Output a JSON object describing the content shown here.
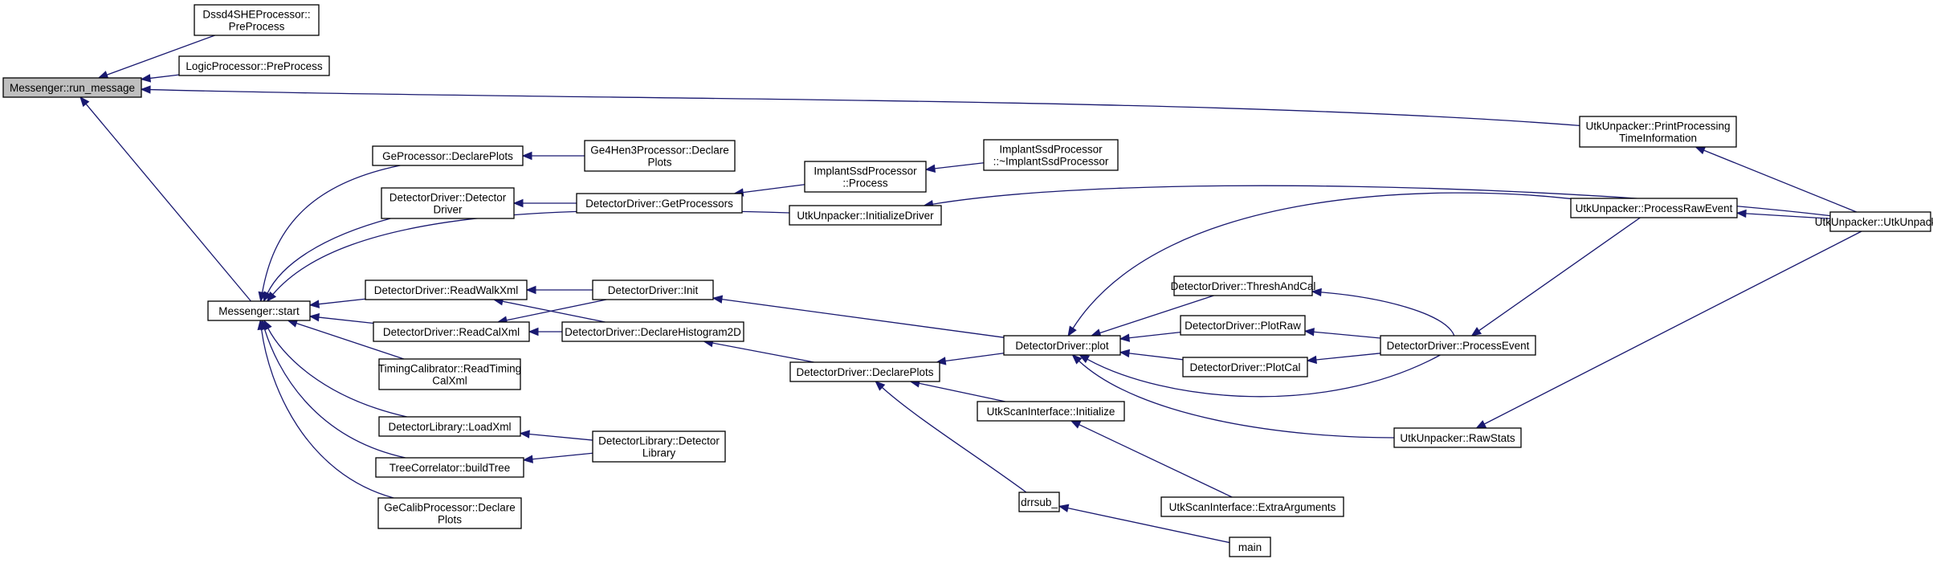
{
  "nodes": {
    "run_message": {
      "lines": [
        "Messenger::run_message"
      ],
      "highlight": true
    },
    "dssd4she": {
      "lines": [
        "Dssd4SHEProcessor::",
        "PreProcess"
      ]
    },
    "logic": {
      "lines": [
        "LogicProcessor::PreProcess"
      ]
    },
    "printproc": {
      "lines": [
        "UtkUnpacker::PrintProcessing",
        "TimeInformation"
      ]
    },
    "utkunpacker": {
      "lines": [
        "UtkUnpacker::UtkUnpacker"
      ]
    },
    "start": {
      "lines": [
        "Messenger::start"
      ]
    },
    "ge_declare": {
      "lines": [
        "GeProcessor::DeclarePlots"
      ]
    },
    "ge4hen3": {
      "lines": [
        "Ge4Hen3Processor::Declare",
        "Plots"
      ]
    },
    "dd_detdriver": {
      "lines": [
        "DetectorDriver::Detector",
        "Driver"
      ]
    },
    "dd_getproc": {
      "lines": [
        "DetectorDriver::GetProcessors"
      ]
    },
    "implant_proc": {
      "lines": [
        "ImplantSsdProcessor",
        "::Process"
      ]
    },
    "implant_dtor": {
      "lines": [
        "ImplantSsdProcessor",
        "::~ImplantSsdProcessor"
      ]
    },
    "initdriver": {
      "lines": [
        "UtkUnpacker::InitializeDriver"
      ]
    },
    "rawevent": {
      "lines": [
        "UtkUnpacker::ProcessRawEvent"
      ]
    },
    "walkxml": {
      "lines": [
        "DetectorDriver::ReadWalkXml"
      ]
    },
    "ddinit": {
      "lines": [
        "DetectorDriver::Init"
      ]
    },
    "calxml": {
      "lines": [
        "DetectorDriver::ReadCalXml"
      ]
    },
    "hist2d": {
      "lines": [
        "DetectorDriver::DeclareHistogram2D"
      ]
    },
    "timingcal": {
      "lines": [
        "TimingCalibrator::ReadTiming",
        "CalXml"
      ]
    },
    "loadxml": {
      "lines": [
        "DetectorLibrary::LoadXml"
      ]
    },
    "buildtree": {
      "lines": [
        "TreeCorrelator::buildTree"
      ]
    },
    "detlib": {
      "lines": [
        "DetectorLibrary::Detector",
        "Library"
      ]
    },
    "gecalib": {
      "lines": [
        "GeCalibProcessor::Declare",
        "Plots"
      ]
    },
    "ddplots": {
      "lines": [
        "DetectorDriver::DeclarePlots"
      ]
    },
    "ddplot": {
      "lines": [
        "DetectorDriver::plot"
      ]
    },
    "thresh": {
      "lines": [
        "DetectorDriver::ThreshAndCal"
      ]
    },
    "plotraw": {
      "lines": [
        "DetectorDriver::PlotRaw"
      ]
    },
    "plotcal": {
      "lines": [
        "DetectorDriver::PlotCal"
      ]
    },
    "procevent": {
      "lines": [
        "DetectorDriver::ProcessEvent"
      ]
    },
    "scaninit": {
      "lines": [
        "UtkScanInterface::Initialize"
      ]
    },
    "rawstats": {
      "lines": [
        "UtkUnpacker::RawStats"
      ]
    },
    "drrsub": {
      "lines": [
        "drrsub_"
      ]
    },
    "extraargs": {
      "lines": [
        "UtkScanInterface::ExtraArguments"
      ]
    },
    "main": {
      "lines": [
        "main"
      ]
    }
  },
  "edges": [
    {
      "from": "dssd4she",
      "to": "run_message"
    },
    {
      "from": "logic",
      "to": "run_message"
    },
    {
      "from": "printproc",
      "to": "run_message"
    },
    {
      "from": "start",
      "to": "run_message"
    },
    {
      "from": "utkunpacker",
      "to": "printproc"
    },
    {
      "from": "ge_declare",
      "to": "start"
    },
    {
      "from": "dd_detdriver",
      "to": "start"
    },
    {
      "from": "initdriver",
      "to": "start"
    },
    {
      "from": "walkxml",
      "to": "start"
    },
    {
      "from": "calxml",
      "to": "start"
    },
    {
      "from": "timingcal",
      "to": "start"
    },
    {
      "from": "loadxml",
      "to": "start"
    },
    {
      "from": "buildtree",
      "to": "start"
    },
    {
      "from": "gecalib",
      "to": "start"
    },
    {
      "from": "ge4hen3",
      "to": "ge_declare"
    },
    {
      "from": "dd_getproc",
      "to": "dd_detdriver"
    },
    {
      "from": "implant_proc",
      "to": "dd_getproc"
    },
    {
      "from": "implant_dtor",
      "to": "implant_proc"
    },
    {
      "from": "utkunpacker",
      "to": "initdriver"
    },
    {
      "from": "ddinit",
      "to": "walkxml"
    },
    {
      "from": "hist2d",
      "to": "walkxml"
    },
    {
      "from": "ddinit",
      "to": "calxml"
    },
    {
      "from": "hist2d",
      "to": "calxml"
    },
    {
      "from": "ddplot",
      "to": "ddinit"
    },
    {
      "from": "ddplots",
      "to": "hist2d"
    },
    {
      "from": "detlib",
      "to": "loadxml"
    },
    {
      "from": "detlib",
      "to": "buildtree"
    },
    {
      "from": "ddplot",
      "to": "ddplots"
    },
    {
      "from": "scaninit",
      "to": "ddplots"
    },
    {
      "from": "drrsub",
      "to": "ddplots"
    },
    {
      "from": "rawevent",
      "to": "ddplot"
    },
    {
      "from": "thresh",
      "to": "ddplot"
    },
    {
      "from": "plotraw",
      "to": "ddplot"
    },
    {
      "from": "plotcal",
      "to": "ddplot"
    },
    {
      "from": "procevent",
      "to": "ddplot"
    },
    {
      "from": "rawstats",
      "to": "ddplot"
    },
    {
      "from": "procevent",
      "to": "thresh"
    },
    {
      "from": "procevent",
      "to": "plotraw"
    },
    {
      "from": "procevent",
      "to": "plotcal"
    },
    {
      "from": "rawevent",
      "to": "procevent"
    },
    {
      "from": "utkunpacker",
      "to": "rawevent"
    },
    {
      "from": "utkunpacker",
      "to": "rawstats"
    },
    {
      "from": "extraargs",
      "to": "scaninit"
    },
    {
      "from": "main",
      "to": "drrsub"
    }
  ]
}
